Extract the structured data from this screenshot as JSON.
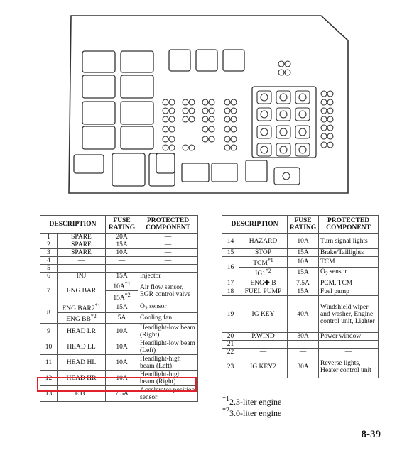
{
  "diagram": {
    "right_panel_icons": [
      "fuse-icon",
      "fuse-icon",
      "fuse-icon",
      "fuse-icon",
      "fuse-icon",
      "fuse-icon",
      "fuse-icon",
      "fuse-icon",
      "fuse-icon",
      "fuse-icon",
      "fuse-icon",
      "fuse-icon",
      "fuse-icon"
    ]
  },
  "table_headers": {
    "description": "DESCRIPTION",
    "fuse_rating": "FUSE RATING",
    "protected_component": "PROTECTED COMPONENT"
  },
  "left_table": [
    {
      "no": "1",
      "desc": "SPARE",
      "rating": "20A",
      "comp": "—"
    },
    {
      "no": "2",
      "desc": "SPARE",
      "rating": "15A",
      "comp": "—"
    },
    {
      "no": "3",
      "desc": "SPARE",
      "rating": "10A",
      "comp": "—"
    },
    {
      "no": "4",
      "desc": "—",
      "rating": "—",
      "comp": "—"
    },
    {
      "no": "5",
      "desc": "—",
      "rating": "—",
      "comp": "—"
    },
    {
      "no": "6",
      "desc": "INJ",
      "rating": "15A",
      "comp": "Injector"
    },
    {
      "no": "7",
      "desc": "ENG BAR",
      "rating_a": "10A",
      "mark_a": "*1",
      "comp_a": "Air flow sensor, EGR control valve",
      "rating_b": "15A",
      "mark_b": "*2"
    },
    {
      "no": "8",
      "desc_a": "ENG BAR2",
      "mark_a": "*1",
      "rating_a": "15A",
      "comp_a_prefix": "O",
      "comp_a_sub": "2",
      "comp_a_suffix": " sensor",
      "desc_b": "ENG BB",
      "mark_b": "*2",
      "rating_b": "5A",
      "comp_b": "Cooling fan"
    },
    {
      "no": "9",
      "desc": "HEAD LR",
      "rating": "10A",
      "comp": "Headlight-low beam (Right)"
    },
    {
      "no": "10",
      "desc": "HEAD LL",
      "rating": "10A",
      "comp": "Headlight-low beam (Left)"
    },
    {
      "no": "11",
      "desc": "HEAD HL",
      "rating": "10A",
      "comp": "Headlight-high beam (Left)"
    },
    {
      "no": "12",
      "desc": "HEAD HR",
      "rating": "10A",
      "comp": "Headlight-high beam (Right)"
    },
    {
      "no": "13",
      "desc": "ETC",
      "rating": "7.5A",
      "comp": "Accelerator position sensor"
    }
  ],
  "right_table": [
    {
      "no": "14",
      "desc": "HAZARD",
      "rating": "10A",
      "comp": "Turn signal lights"
    },
    {
      "no": "15",
      "desc": "STOP",
      "rating": "15A",
      "comp": "Brake/Taillights"
    },
    {
      "no": "16",
      "desc_a": "TCM",
      "mark_a": "*1",
      "rating_a": "10A",
      "comp_a": "TCM",
      "desc_b": "IG1",
      "mark_b": "*2",
      "rating_b": "15A",
      "comp_b_prefix": "O",
      "comp_b_sub": "2",
      "comp_b_suffix": " sensor"
    },
    {
      "no": "17",
      "desc_prefix": "ENG",
      "desc_symbol": "✚",
      "desc_suffix": " B",
      "rating": "7.5A",
      "comp": "PCM, TCM"
    },
    {
      "no": "18",
      "desc": "FUEL PUMP",
      "rating": "15A",
      "comp": "Fuel pump"
    },
    {
      "no": "19",
      "desc": "IG KEY",
      "rating": "40A",
      "comp": "Windshield wiper and washer, Engine control unit, Lighter"
    },
    {
      "no": "20",
      "desc": "P.WIND",
      "rating": "30A",
      "comp": "Power window"
    },
    {
      "no": "21",
      "desc": "—",
      "rating": "—",
      "comp": "—"
    },
    {
      "no": "22",
      "desc": "—",
      "rating": "—",
      "comp": "—"
    },
    {
      "no": "23",
      "desc": "IG KEY2",
      "rating": "30A",
      "comp": "Reverse lights, Heater control unit"
    }
  ],
  "footnotes": [
    {
      "mark": "*1",
      "text": "2.3-liter engine"
    },
    {
      "mark": "*2",
      "text": "3.0-liter engine"
    }
  ],
  "page_number": "8-39",
  "colors": {
    "highlight": "#e0202a",
    "lines": "#555555",
    "text": "#111111"
  }
}
